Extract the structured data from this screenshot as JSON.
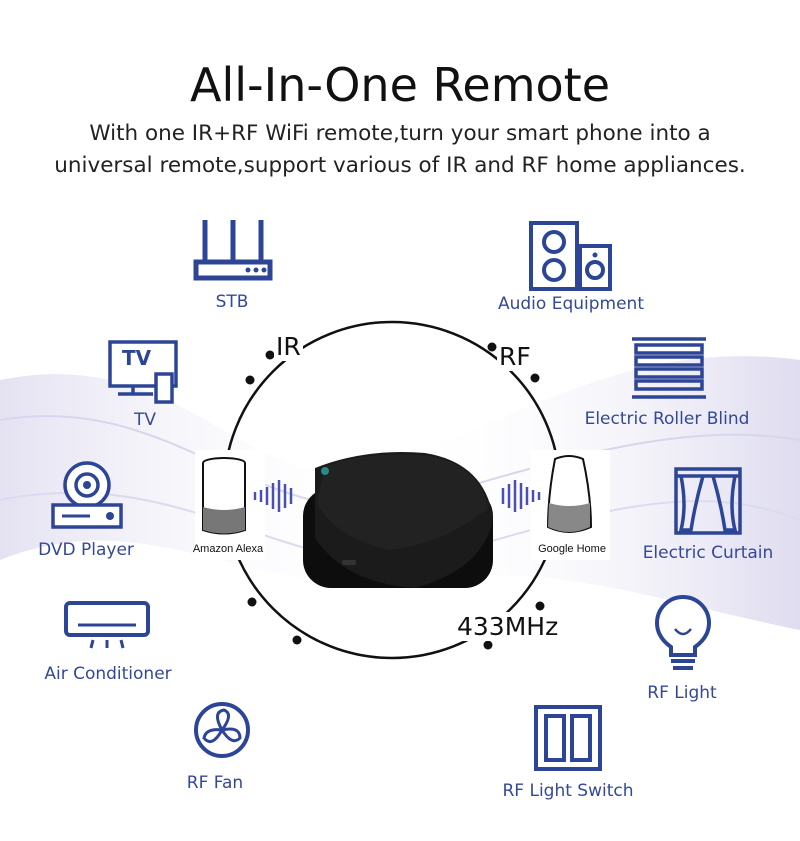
{
  "header": {
    "title": "All-In-One Remote",
    "subtitle_line1": "With one IR+RF WiFi remote,turn your smart phone into a",
    "subtitle_line2": "universal remote,support various of IR and RF home appliances."
  },
  "hub": {
    "ir_label": "IR",
    "rf_label": "RF",
    "freq_label": "433MHz",
    "left_assistant": "Amazon Alexa",
    "right_assistant": "Google Home"
  },
  "ir_devices": [
    {
      "label": "STB",
      "icon": "router-icon"
    },
    {
      "label": "TV",
      "icon": "tv-icon"
    },
    {
      "label": "DVD Player",
      "icon": "dvd-player-icon"
    },
    {
      "label": "Air Conditioner",
      "icon": "air-conditioner-icon"
    },
    {
      "label": "RF Fan",
      "icon": "fan-icon"
    }
  ],
  "rf_devices": [
    {
      "label": "Audio Equipment",
      "icon": "speaker-icon"
    },
    {
      "label": "Electric Roller Blind",
      "icon": "roller-blind-icon"
    },
    {
      "label": "Electric Curtain",
      "icon": "curtain-icon"
    },
    {
      "label": "RF Light",
      "icon": "light-bulb-icon"
    },
    {
      "label": "RF Light Switch",
      "icon": "light-switch-icon"
    }
  ],
  "tv_icon_text": "TV",
  "colors": {
    "icon": "#2d4597",
    "label": "#34489a"
  }
}
